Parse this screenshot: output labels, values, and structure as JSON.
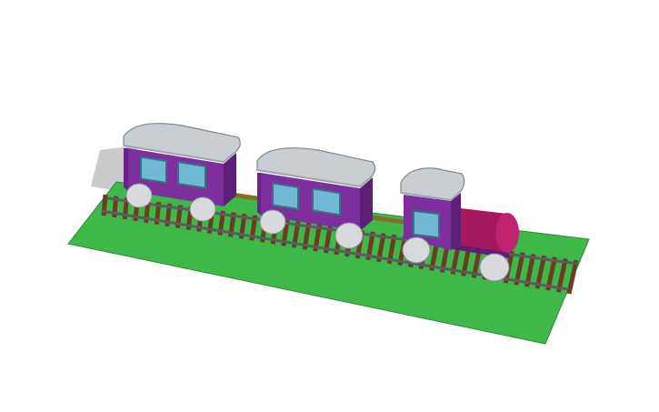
{
  "scene": {
    "subject": "toy-train-3d-model",
    "colors": {
      "background": "#ffffff",
      "ground": "#3fb84a",
      "ground_edge": "#2e8a36",
      "rail": "#6b6b6b",
      "sleeper": "#6a3c22",
      "car_body": "#7e2f9e",
      "car_body_dark": "#5d1f78",
      "roof": "#c9ced3",
      "roof_dark": "#9da4aa",
      "window": "#6fb8d6",
      "window_frame": "#3a6f86",
      "wheel": "#d7d9dc",
      "boiler": "#a8185e",
      "coupler": "#8a6a2e",
      "shadow": "#9a9a9a"
    },
    "cars": [
      {
        "kind": "passenger-car",
        "windows": 2
      },
      {
        "kind": "passenger-car",
        "windows": 2
      },
      {
        "kind": "locomotive",
        "windows": 1
      }
    ]
  }
}
